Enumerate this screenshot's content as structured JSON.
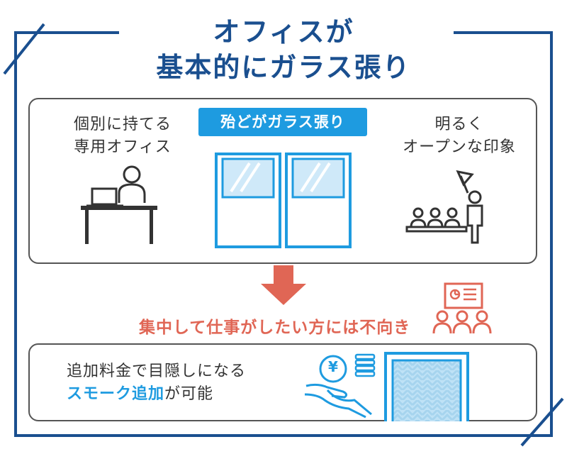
{
  "title": {
    "line1": "オフィスが",
    "line2": "基本的にガラス張り"
  },
  "top_panel": {
    "left_text": {
      "line1": "個別に持てる",
      "line2": "専用オフィス"
    },
    "center_badge": "殆どがガラス張り",
    "right_text": {
      "line1": "明るく",
      "line2": "オープンな印象"
    }
  },
  "warning": "集中して仕事がしたい方には不向き",
  "bottom_panel": {
    "line1": "追加料金で目隠しになる",
    "line2_highlight": "スモーク追加",
    "line2_rest": "が可能",
    "coin_symbol": "¥"
  },
  "colors": {
    "navy": "#1a4f8f",
    "blue": "#1e9be0",
    "red": "#e06655",
    "dark": "#333333"
  },
  "icons": [
    "person-at-laptop-icon",
    "glass-door-icon",
    "presenter-audience-icon",
    "down-arrow-icon",
    "meeting-icon",
    "hand-coin-icon",
    "smoke-window-icon"
  ]
}
